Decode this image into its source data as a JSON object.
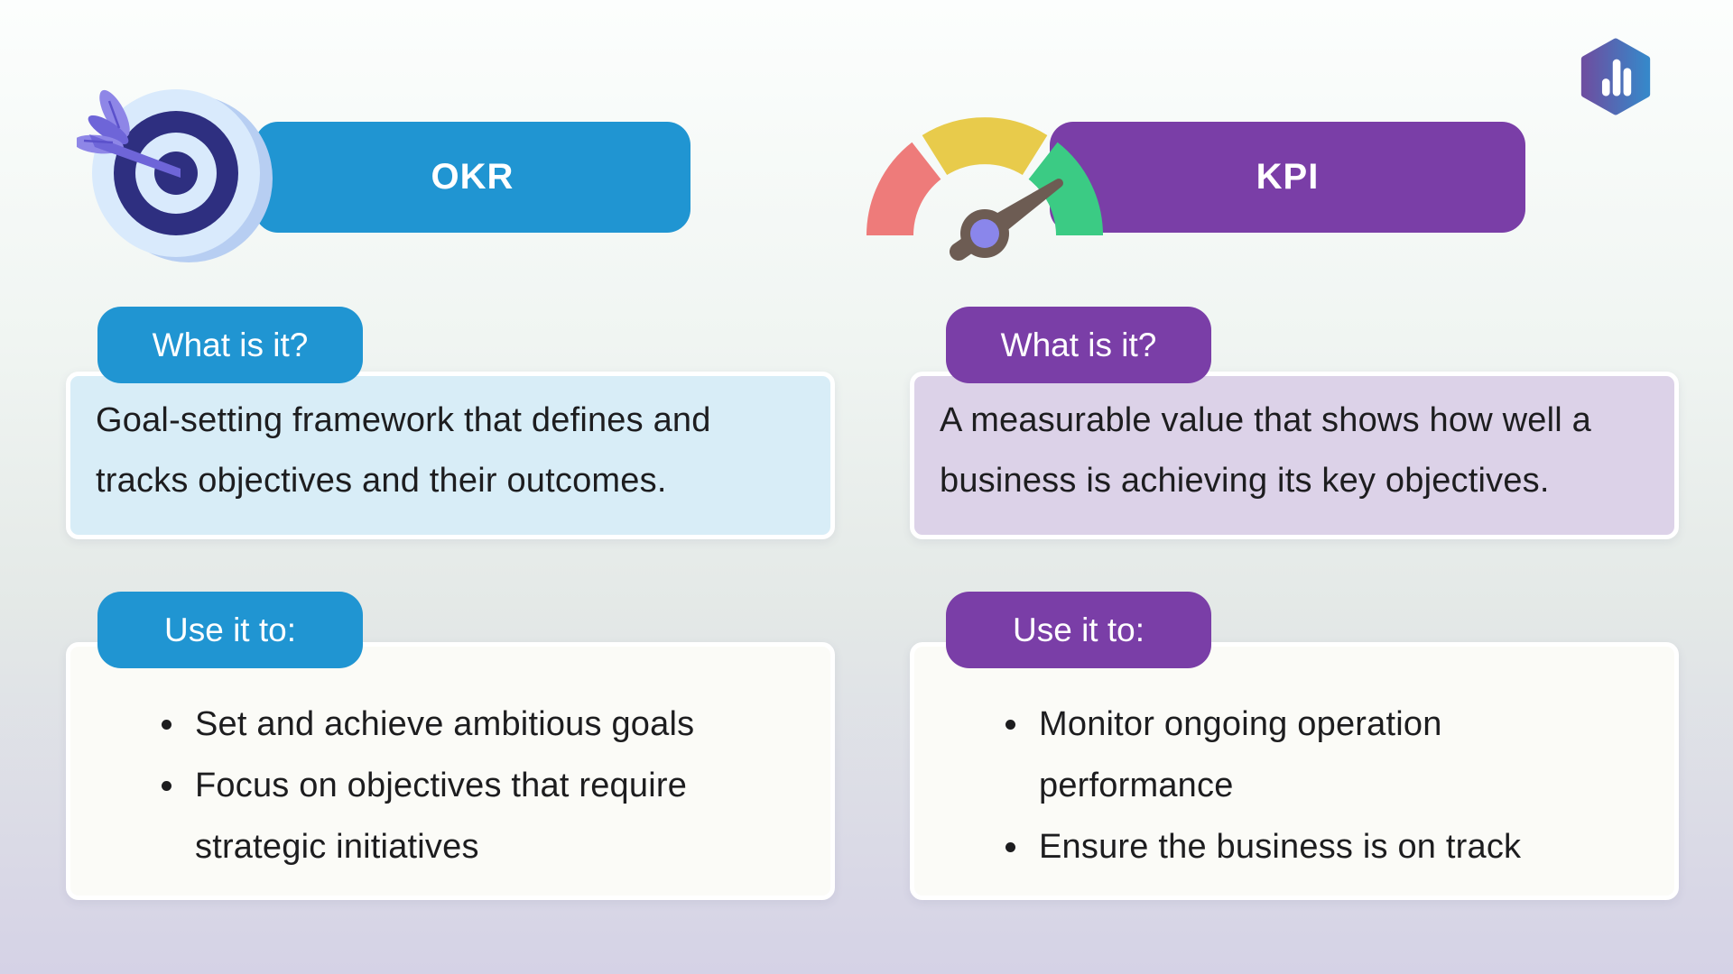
{
  "background": {
    "top": "#fcfefd",
    "middle": "#e9efec",
    "bottom": "#d5d2e6"
  },
  "logo": {
    "icon": "databox-bars-hexagon-icon",
    "gradient_start": "#6c4fa1",
    "gradient_end": "#3787c9"
  },
  "columns": {
    "okr": {
      "title": "OKR",
      "accent_color": "#2095d2",
      "tint_color": "#d8edf7",
      "icon": "dartboard-target-icon",
      "what": {
        "badge": "What is it?",
        "body": "Goal-setting framework that defines and tracks objectives and their outcomes."
      },
      "use": {
        "badge": "Use it to:",
        "bullets": [
          "Set and achieve ambitious goals",
          "Focus on objectives that require strategic initiatives"
        ]
      }
    },
    "kpi": {
      "title": "KPI",
      "accent_color": "#7a3ea7",
      "tint_color": "#dcd2e8",
      "icon": "gauge-speedometer-icon",
      "what": {
        "badge": "What is it?",
        "body": "A measurable value that shows how well a business is achieving its key objectives."
      },
      "use": {
        "badge": "Use it to:",
        "bullets": [
          "Monitor ongoing operation performance",
          "Ensure the business is on track"
        ]
      }
    }
  }
}
